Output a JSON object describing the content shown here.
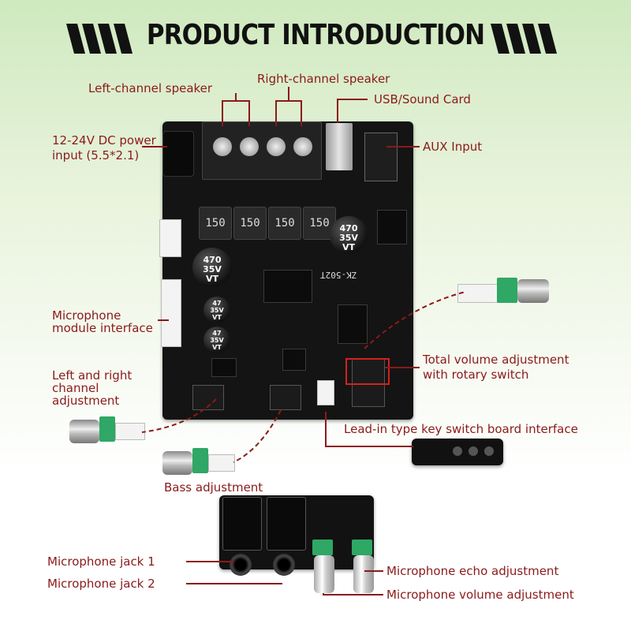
{
  "title": "PRODUCT INTRODUCTION",
  "labels": {
    "left_speaker": "Left-channel speaker",
    "right_speaker": "Right-channel speaker",
    "usb": "USB/Sound Card",
    "dc_power_line1": "12-24V DC power",
    "dc_power_line2": "input (5.5*2.1)",
    "aux": "AUX Input",
    "mic_module_line1": "Microphone",
    "mic_module_line2": "module interface",
    "total_volume_line1": "Total volume adjustment",
    "total_volume_line2": "with rotary switch",
    "lr_adjust_line1": "Left and right",
    "lr_adjust_line2": "channel",
    "lr_adjust_line3": "adjustment",
    "lead_in": "Lead-in type key switch board interface",
    "bass": "Bass adjustment",
    "mic_jack1": "Microphone jack 1",
    "mic_jack2": "Microphone jack 2",
    "mic_echo": "Microphone echo adjustment",
    "mic_volume": "Microphone volume adjustment"
  },
  "board": {
    "model": "ZK-502T",
    "inductor_label": "150",
    "cap_large_line1": "470",
    "cap_large_line2": "35V",
    "cap_large_line3": "VT",
    "cap_small_line1": "47",
    "cap_small_line2": "35V",
    "cap_small_line3": "VT"
  },
  "colors": {
    "label_text": "#8b1a1a",
    "leader_line": "#8b1a1a",
    "board": "#141414",
    "highlight_box": "#d42020",
    "pot_green": "#2fa765"
  }
}
